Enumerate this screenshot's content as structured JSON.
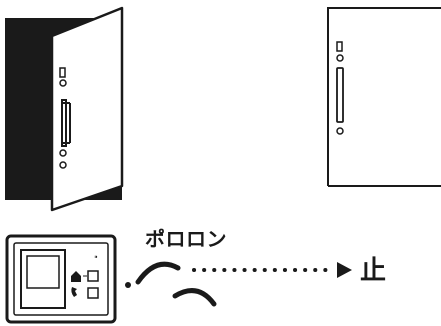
{
  "illustration": {
    "sound_text": "ポロロン",
    "stop_text": "止",
    "colors": {
      "ink": "#1a1a1a",
      "paper": "#ffffff"
    }
  },
  "icons": {
    "open_door": "open-door-illustration",
    "closed_door": "closed-door-illustration",
    "intercom": "intercom-monitor-illustration",
    "sound_waves": "sound-wave-icon",
    "arrow": "arrow-right-icon"
  }
}
